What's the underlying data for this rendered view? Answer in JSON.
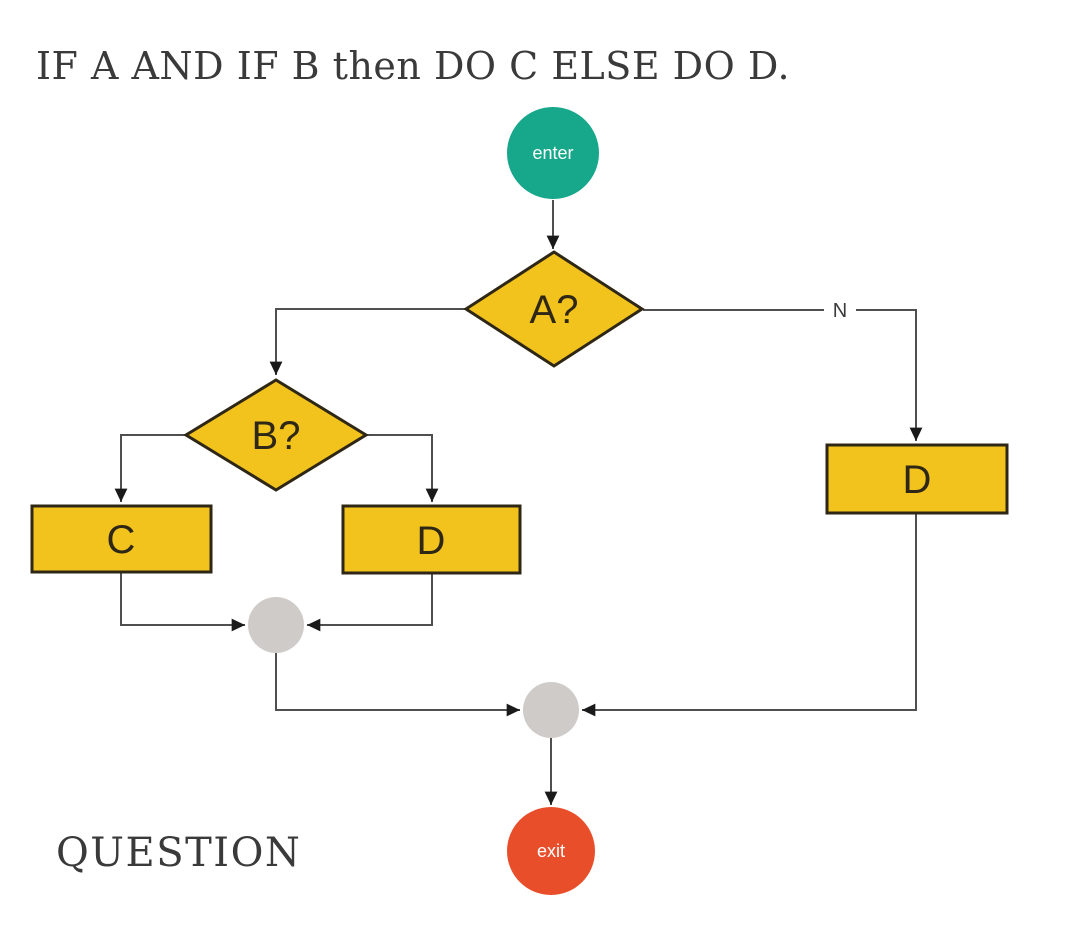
{
  "title": "IF A AND IF B then DO C ELSE DO D.",
  "footer_label": "QUESTION",
  "colors": {
    "background": "#ffffff",
    "node_yellow": "#f2c31d",
    "node_border": "#2f2716",
    "enter_green": "#17a78a",
    "exit_red": "#e94e2b",
    "merge_gray": "#cfcbc8",
    "line": "#4f4f4f",
    "arrow": "#1a1a1a",
    "text_dark": "#3a3a3a",
    "node_text": "#2f2716",
    "terminal_text": "#ffffff"
  },
  "diagram": {
    "type": "flowchart",
    "nodes": [
      {
        "id": "enter",
        "type": "terminal-start",
        "label": "enter"
      },
      {
        "id": "decision-a",
        "type": "decision",
        "label": "A?"
      },
      {
        "id": "decision-b",
        "type": "decision",
        "label": "B?"
      },
      {
        "id": "process-c",
        "type": "process",
        "label": "C"
      },
      {
        "id": "process-d-middle",
        "type": "process",
        "label": "D"
      },
      {
        "id": "process-d-right",
        "type": "process",
        "label": "D"
      },
      {
        "id": "merge-1",
        "type": "connector",
        "label": ""
      },
      {
        "id": "merge-2",
        "type": "connector",
        "label": ""
      },
      {
        "id": "exit",
        "type": "terminal-end",
        "label": "exit"
      }
    ],
    "edges": [
      {
        "from": "enter",
        "to": "decision-a",
        "label": ""
      },
      {
        "from": "decision-a",
        "to": "decision-b",
        "label": ""
      },
      {
        "from": "decision-a",
        "to": "process-d-right",
        "label": "N"
      },
      {
        "from": "decision-b",
        "to": "process-c",
        "label": ""
      },
      {
        "from": "decision-b",
        "to": "process-d-middle",
        "label": ""
      },
      {
        "from": "process-c",
        "to": "merge-1",
        "label": ""
      },
      {
        "from": "process-d-middle",
        "to": "merge-1",
        "label": ""
      },
      {
        "from": "merge-1",
        "to": "merge-2",
        "label": ""
      },
      {
        "from": "process-d-right",
        "to": "merge-2",
        "label": ""
      },
      {
        "from": "merge-2",
        "to": "exit",
        "label": ""
      }
    ]
  }
}
